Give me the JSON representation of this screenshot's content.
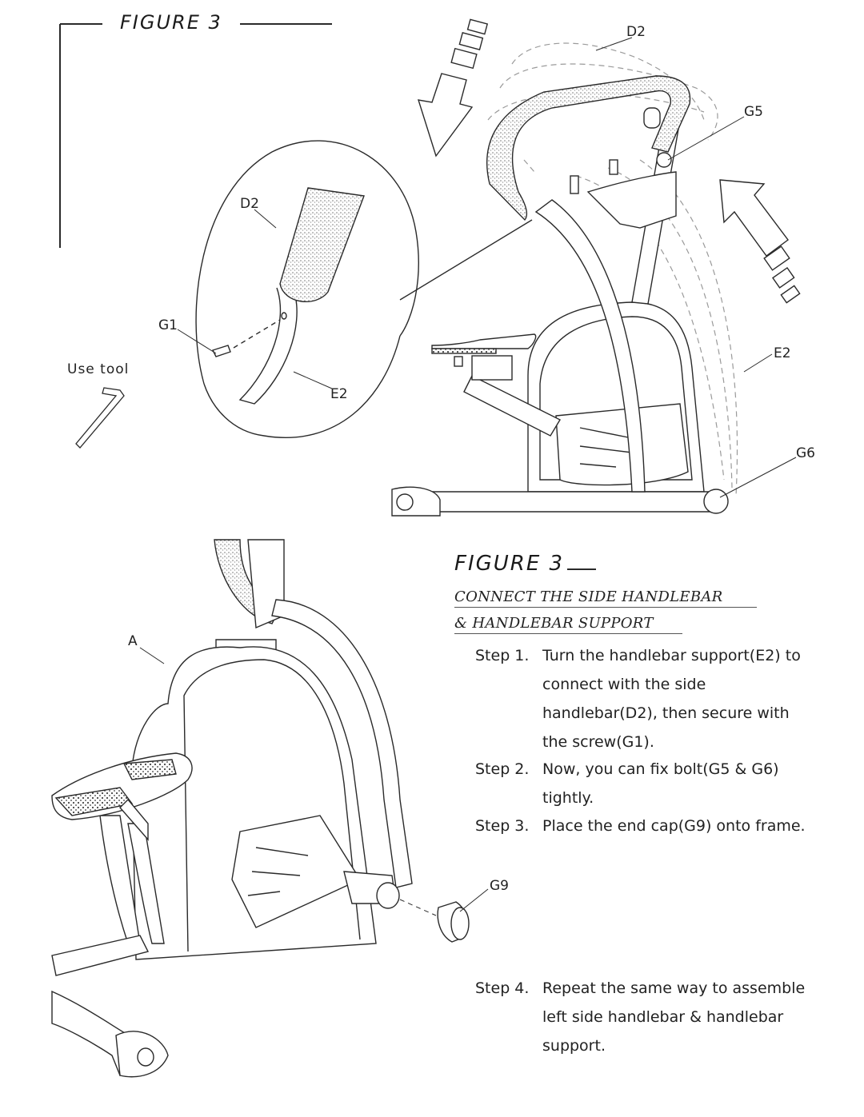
{
  "figure_top": {
    "title": "FIGURE 3"
  },
  "callouts": {
    "d2_top": "D2",
    "g5": "G5",
    "e2_right": "E2",
    "g6": "G6",
    "d2_detail": "D2",
    "g1": "G1",
    "e2_detail": "E2",
    "use_tool": "Use tool",
    "a": "A",
    "g9": "G9"
  },
  "instructions": {
    "figure_label": "FIGURE 3",
    "heading_line1": "CONNECT THE SIDE HANDLEBAR",
    "heading_line2": "& HANDLEBAR SUPPORT",
    "steps": [
      {
        "label": "Step 1.",
        "text": "Turn the handlebar support(E2) to connect with the side handlebar(D2), then secure with the screw(G1)."
      },
      {
        "label": "Step 2.",
        "text": "Now, you can fix bolt(G5 & G6) tightly."
      },
      {
        "label": "Step 3.",
        "text": "Place the end cap(G9) onto frame."
      },
      {
        "label": "Step 4.",
        "text": "Repeat the same way to assemble left side handlebar & handlebar support."
      }
    ]
  },
  "colors": {
    "line": "#2a2a2a",
    "dashed": "#9a9a9a",
    "foam": "#bdbdbd"
  }
}
